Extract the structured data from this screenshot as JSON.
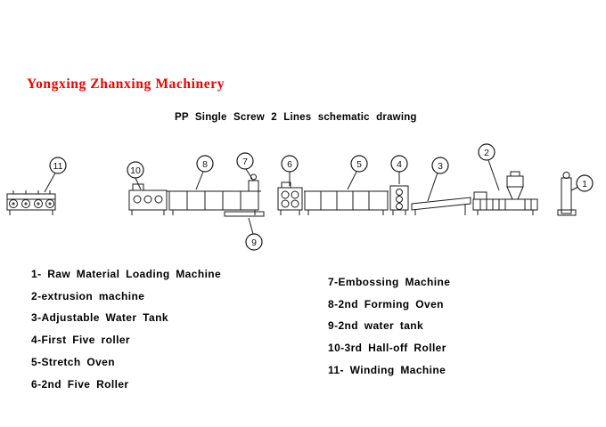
{
  "company": {
    "name": "Yongxing Zhanxing Machinery"
  },
  "drawing": {
    "title": "PP Single Screw 2 Lines schematic drawing"
  },
  "colors": {
    "accent_red": "#f00000",
    "line": "#1a1a1a"
  },
  "callouts": {
    "c1": "1",
    "c2": "2",
    "c3": "3",
    "c4": "4",
    "c5": "5",
    "c6": "6",
    "c7": "7",
    "c8": "8",
    "c9": "9",
    "c10": "10",
    "c11": "11"
  },
  "legend": {
    "left": [
      "1- Raw Material Loading Machine",
      "2-extrusion machine",
      "3-Adjustable Water Tank",
      "4-First Five roller",
      "5-Stretch Oven",
      "6-2nd Five Roller"
    ],
    "right": [
      "7-Embossing Machine",
      "8-2nd Forming Oven",
      "9-2nd water tank",
      "10-3rd Hall-off Roller",
      "11- Winding Machine"
    ]
  }
}
